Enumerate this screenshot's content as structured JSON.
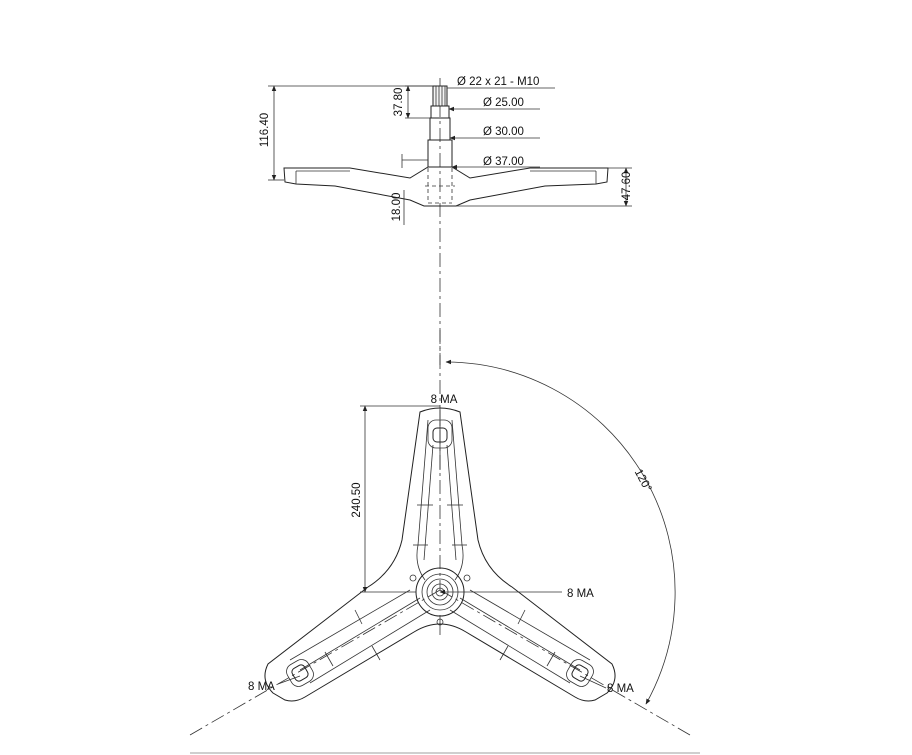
{
  "side_view": {
    "dims": {
      "shaft_spline": "Ø 22 x 21 - M10",
      "dia_25": "Ø 25.00",
      "dia_30": "Ø 30.00",
      "dia_37": "Ø 37.00",
      "h_37_80": "37.80",
      "h_116_40": "116.40",
      "h_18_00": "18.00",
      "h_47_60": "47.60"
    }
  },
  "top_view": {
    "dims": {
      "arm_length": "240.50",
      "angle": "120°",
      "hole_top": "8 MA",
      "hole_center": "8 MA",
      "hole_left": "8 MA",
      "hole_right": "8 MA"
    }
  }
}
